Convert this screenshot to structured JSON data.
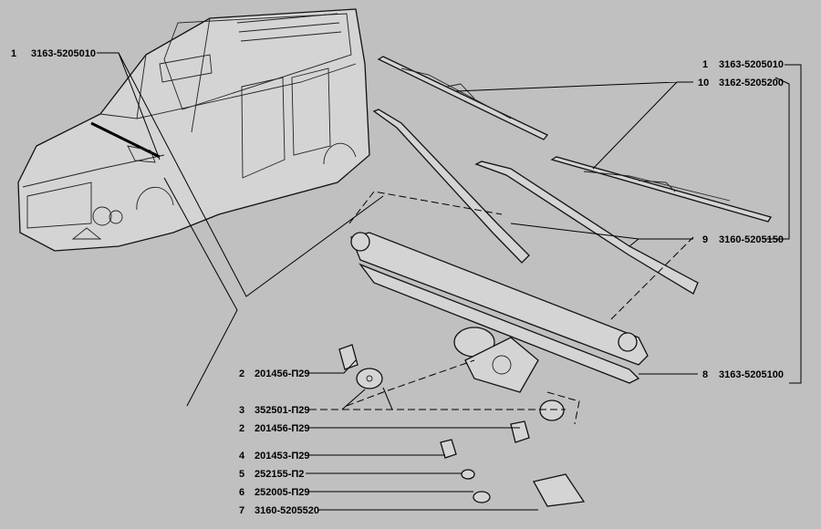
{
  "callouts": [
    {
      "num": "1",
      "part": "3163-5205010",
      "side": "left-top"
    },
    {
      "num": "1",
      "part": "3163-5205010",
      "side": "right"
    },
    {
      "num": "10",
      "part": "3162-5205200",
      "side": "right"
    },
    {
      "num": "9",
      "part": "3160-5205150",
      "side": "right"
    },
    {
      "num": "8",
      "part": "3163-5205100",
      "side": "right"
    },
    {
      "num": "2",
      "part": "201456-П29",
      "side": "left"
    },
    {
      "num": "3",
      "part": "352501-П29",
      "side": "left"
    },
    {
      "num": "2",
      "part": "201456-П29",
      "side": "left"
    },
    {
      "num": "4",
      "part": "201453-П29",
      "side": "left"
    },
    {
      "num": "5",
      "part": "252155-П2",
      "side": "left"
    },
    {
      "num": "6",
      "part": "252005-П29",
      "side": "left"
    },
    {
      "num": "7",
      "part": "3160-5205520",
      "side": "left"
    }
  ]
}
